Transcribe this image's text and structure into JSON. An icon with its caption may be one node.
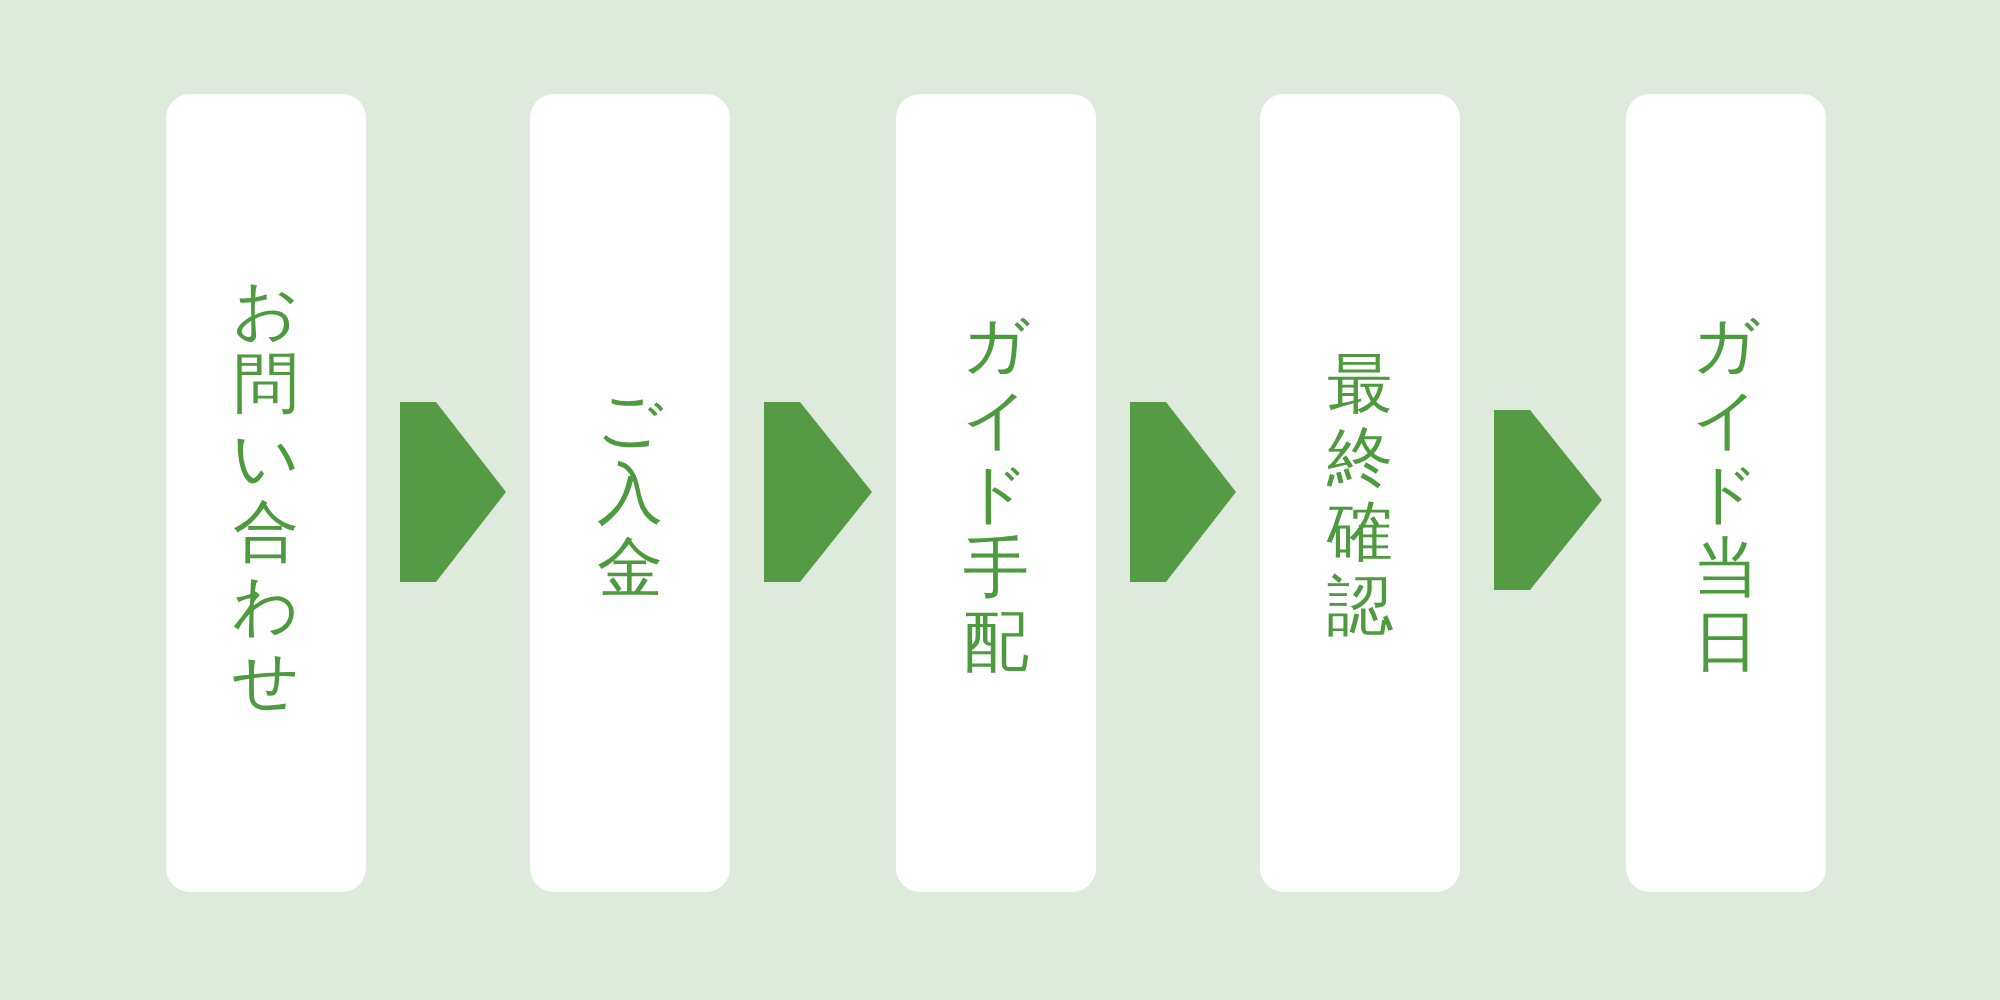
{
  "diagram": {
    "nodes": [
      {
        "text": [
          "お問い合わせ"
        ]
      },
      {
        "text": [
          "ご入金"
        ]
      },
      {
        "text": [
          "ガイド手配"
        ]
      },
      {
        "text": [
          "最終確認"
        ]
      },
      {
        "text": [
          "ガイド当日"
        ]
      }
    ],
    "edges": [
      {
        "from": 0,
        "to": 1,
        "arrow": "to"
      },
      {
        "from": 1,
        "to": 2,
        "arrow": "to"
      },
      {
        "from": 2,
        "to": 3,
        "arrow": "to"
      },
      {
        "from": 3,
        "to": 4,
        "arrow": "to"
      }
    ]
  }
}
